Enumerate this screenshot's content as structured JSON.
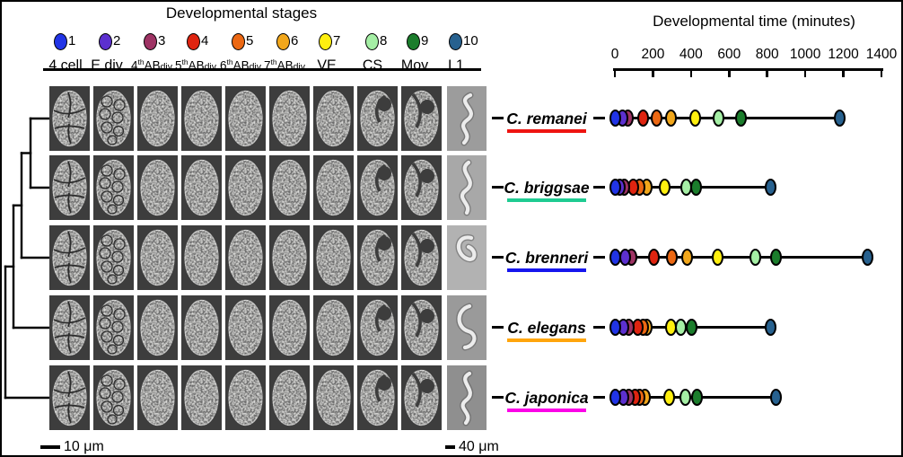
{
  "legend": {
    "title": "Developmental stages",
    "items": [
      {
        "num": "1",
        "color": "#2134e6",
        "label": {
          "pre": "4 cell"
        }
      },
      {
        "num": "2",
        "color": "#5c30cf",
        "label": {
          "pre": "E div"
        }
      },
      {
        "num": "3",
        "color": "#9e3364",
        "label": {
          "pre": "4",
          "sup": "th",
          "mid": "AB",
          "small": "div"
        }
      },
      {
        "num": "4",
        "color": "#df2410",
        "label": {
          "pre": "5",
          "sup": "th",
          "mid": "AB",
          "small": "div"
        }
      },
      {
        "num": "5",
        "color": "#ec6813",
        "label": {
          "pre": "6",
          "sup": "th",
          "mid": "AB",
          "small": "div"
        }
      },
      {
        "num": "6",
        "color": "#f2a71b",
        "label": {
          "pre": "7",
          "sup": "th",
          "mid": "AB",
          "small": "div"
        }
      },
      {
        "num": "7",
        "color": "#ffef0f",
        "label": {
          "pre": "VE"
        }
      },
      {
        "num": "8",
        "color": "#a5efa5",
        "label": {
          "pre": "CS"
        }
      },
      {
        "num": "9",
        "color": "#1b7d2c",
        "label": {
          "pre": "Mov"
        }
      },
      {
        "num": "10",
        "color": "#27618f",
        "label": {
          "pre": "L1"
        }
      }
    ]
  },
  "axis": {
    "title": "Developmental time  (minutes)",
    "ticks": [
      "0",
      "200",
      "400",
      "600",
      "800",
      "1000",
      "1200",
      "1400"
    ]
  },
  "species": [
    {
      "name": "C. remanei",
      "underline_color": "#ee1411"
    },
    {
      "name": "C. briggsae",
      "underline_color": "#1fcb92"
    },
    {
      "name": "C. brenneri",
      "underline_color": "#1616ee"
    },
    {
      "name": "C. elegans",
      "underline_color": "#ffa50c"
    },
    {
      "name": "C. japonica",
      "underline_color": "#fb02e7"
    }
  ],
  "phylogeny": {
    "newick": "((((C. remanei, C. briggsae), C. brenneri), C. elegans), C. japonica)"
  },
  "micrograph_grid": {
    "rows": 5,
    "embryo_columns": 9,
    "larva_columns": 1,
    "column_stages": [
      "4 cell",
      "E div",
      "4thABdiv",
      "5thABdiv",
      "6thABdiv",
      "7thABdiv",
      "VE",
      "CS",
      "Mov",
      "L1"
    ]
  },
  "scale_bars": [
    {
      "label": "10 μm"
    },
    {
      "label": "40 μm"
    }
  ],
  "chart_data": {
    "type": "scatter",
    "title": "Developmental time (minutes)",
    "xlabel": "Developmental time (minutes)",
    "xlim": [
      0,
      1400
    ],
    "x_ticks": [
      0,
      200,
      400,
      600,
      800,
      1000,
      1200,
      1400
    ],
    "stages": [
      {
        "id": 1,
        "label": "4 cell",
        "color": "#2134e6"
      },
      {
        "id": 2,
        "label": "E div",
        "color": "#5c30cf"
      },
      {
        "id": 3,
        "label": "4thABdiv",
        "color": "#9e3364"
      },
      {
        "id": 4,
        "label": "5thABdiv",
        "color": "#df2410"
      },
      {
        "id": 5,
        "label": "6thABdiv",
        "color": "#ec6813"
      },
      {
        "id": 6,
        "label": "7thABdiv",
        "color": "#f2a71b"
      },
      {
        "id": 7,
        "label": "VE",
        "color": "#ffef0f"
      },
      {
        "id": 8,
        "label": "CS",
        "color": "#a5efa5"
      },
      {
        "id": 9,
        "label": "Mov",
        "color": "#1b7d2c"
      },
      {
        "id": 10,
        "label": "L1",
        "color": "#27618f"
      }
    ],
    "series": [
      {
        "name": "C. remanei",
        "stage_times_min": [
          0,
          40,
          70,
          150,
          220,
          295,
          420,
          545,
          660,
          1180
        ]
      },
      {
        "name": "C. briggsae",
        "stage_times_min": [
          0,
          25,
          50,
          95,
          130,
          165,
          260,
          375,
          425,
          820
        ]
      },
      {
        "name": "C. brenneri",
        "stage_times_min": [
          0,
          55,
          85,
          205,
          300,
          380,
          540,
          740,
          845,
          1325
        ]
      },
      {
        "name": "C. elegans",
        "stage_times_min": [
          0,
          45,
          75,
          120,
          150,
          165,
          295,
          345,
          405,
          820
        ]
      },
      {
        "name": "C. japonica",
        "stage_times_min": [
          0,
          45,
          75,
          105,
          130,
          160,
          285,
          370,
          430,
          845
        ]
      }
    ]
  }
}
